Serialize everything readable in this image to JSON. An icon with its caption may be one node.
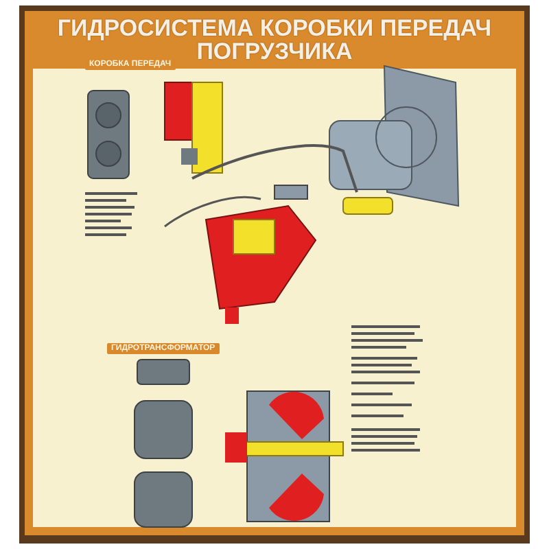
{
  "diagram": {
    "title": "ГИДРОСИСТЕМА КОРОБКИ ПЕРЕДАЧ ПОГРУЗЧИКА",
    "nodes": [
      {
        "text": [
          "КОРОБКА ПЕРЕДАЧ"
        ]
      },
      {
        "text": [
          "ГИДРОТРАНСФОРМАТОР"
        ]
      }
    ]
  }
}
